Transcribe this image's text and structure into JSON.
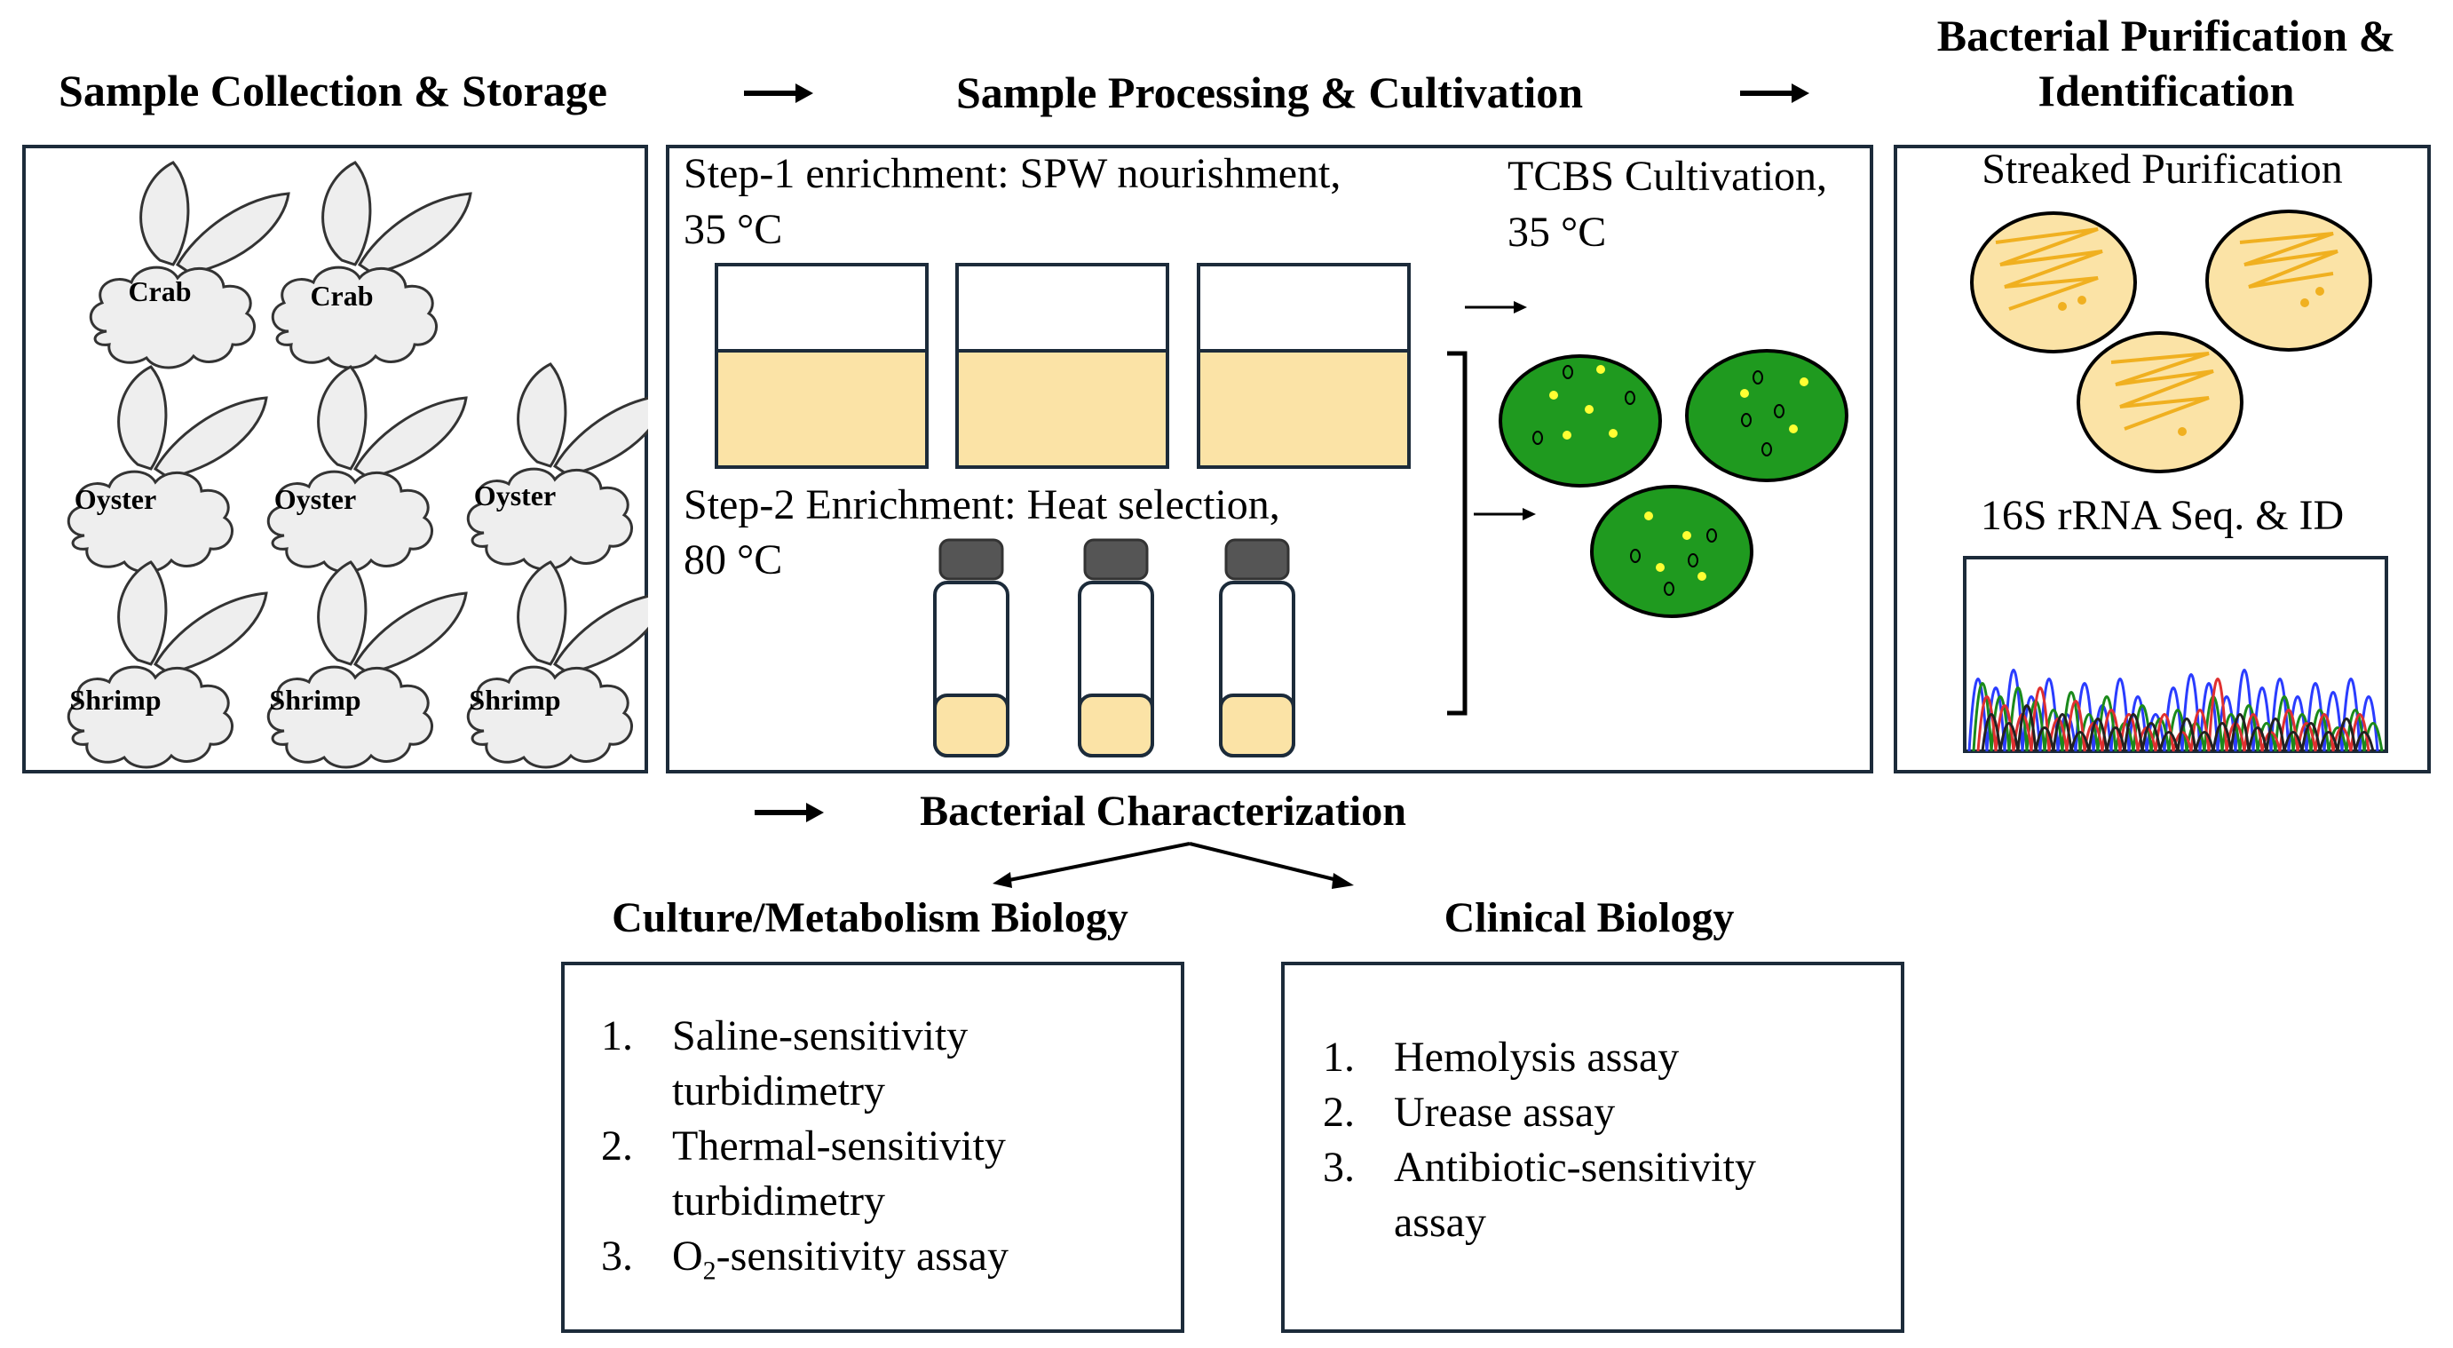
{
  "headings": {
    "collection": "Sample Collection & Storage",
    "processing": "Sample Processing & Cultivation",
    "purification_line1": "Bacterial Purification &",
    "purification_line2": "Identification",
    "characterization": "Bacterial Characterization",
    "culture": "Culture/Metabolism Biology",
    "clinical": "Clinical Biology"
  },
  "samples": {
    "crab": "Crab",
    "oyster": "Oyster",
    "shrimp": "Shrimp"
  },
  "processing": {
    "step1_line1": "Step-1 enrichment: SPW nourishment,",
    "step1_line2": "35 °C",
    "step2_line1": "Step-2 Enrichment: Heat selection,",
    "step2_line2": "80 °C",
    "tcbs_line1": "TCBS Cultivation,",
    "tcbs_line2": "35 °C"
  },
  "purification": {
    "streaked": "Streaked Purification",
    "sequencing": "16S rRNA Seq. & ID"
  },
  "culture_list": [
    {
      "num": "1.",
      "line1": "Saline-sensitivity",
      "line2": "turbidimetry"
    },
    {
      "num": "2.",
      "line1": "Thermal-sensitivity",
      "line2": "turbidimetry"
    },
    {
      "num": "3.",
      "line1_pre": "O",
      "line1_sub": "2",
      "line1_post": "-sensitivity assay"
    }
  ],
  "clinical_list": [
    {
      "num": "1.",
      "line1": "Hemolysis assay"
    },
    {
      "num": "2.",
      "line1": "Urease assay"
    },
    {
      "num": "3.",
      "line1": "Antibiotic-sensitivity",
      "line2": "assay"
    }
  ],
  "colors": {
    "box_border": "#1c2b3a",
    "broth": "#fbe3a6",
    "agar_green": "#1f9a1f",
    "colony_yellow": "#ffff33",
    "plate_yellow": "#fbe3a6",
    "streak": "#f0b020",
    "cap": "#555555",
    "cloud": "#f0f0f0"
  }
}
